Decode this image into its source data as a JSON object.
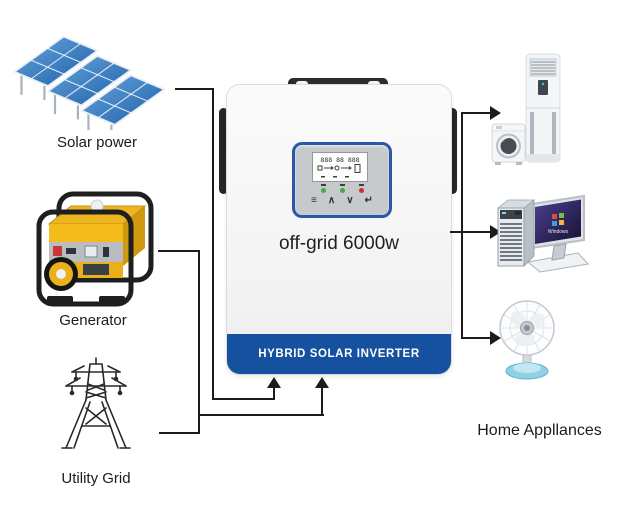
{
  "labels": {
    "solar": "Solar power",
    "generator": "Generator",
    "utility": "Utility Grid",
    "appliances": "Home Appllances"
  },
  "inverter": {
    "model": "off-grid 6000w",
    "banner": "HYBRID SOLAR INVERTER",
    "lcd_text": "888 88 888",
    "buttons": {
      "menu": "≡",
      "up": "∧",
      "down": "∨",
      "enter": "↵"
    },
    "leds": [
      "green",
      "green",
      "red"
    ]
  },
  "monitor": {
    "brand": "Windows"
  },
  "colors": {
    "banner_blue": "#16519f",
    "panel_border_blue": "#2a58a8",
    "panel_gray": "#c7cacd",
    "wire_black": "#1c1c1c",
    "led_green": "#3fae3f",
    "led_red": "#d42b2b",
    "solar_blue": "#2b6cb4",
    "generator_yellow": "#f0bb1d",
    "fan_base_blue": "#8ed0e6"
  }
}
